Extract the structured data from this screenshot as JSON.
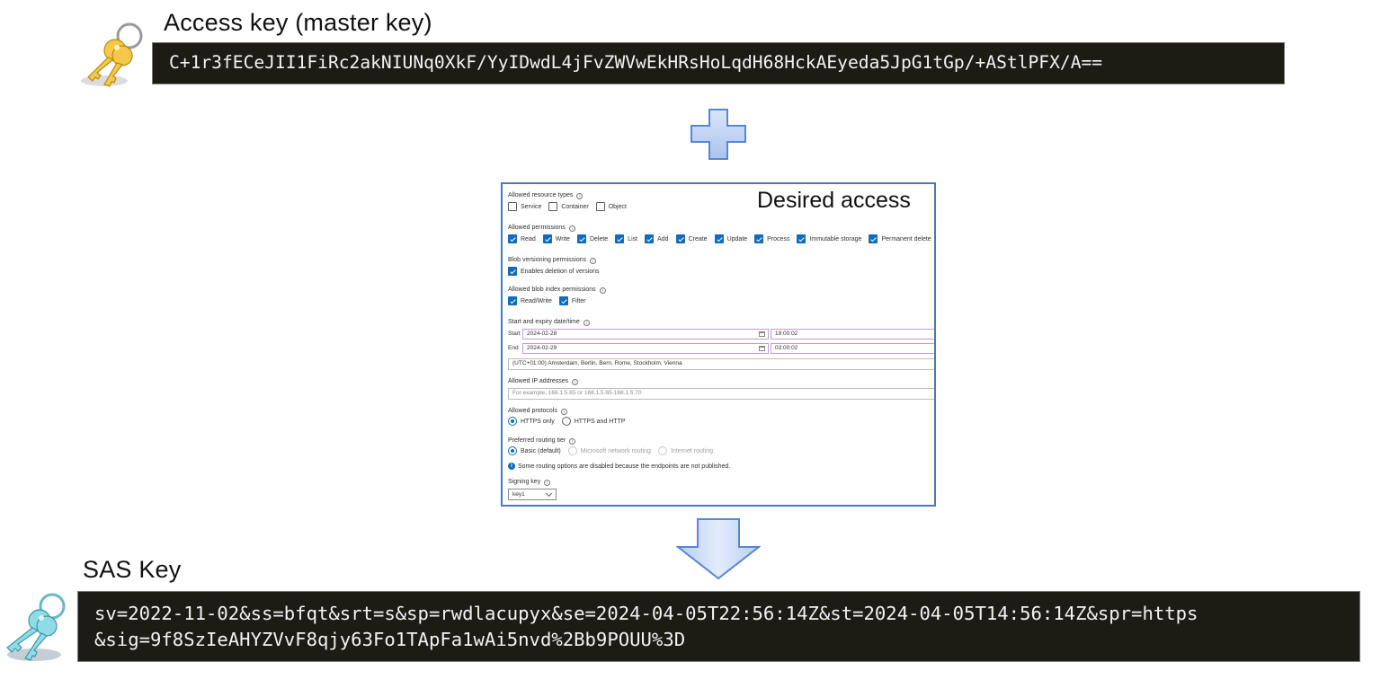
{
  "access_key": {
    "heading": "Access key (master key)",
    "value": "C+1r3fECeJII1FiRc2akNIUNq0XkF/YyIDwdL4jFvZWVwEkHRsHoLqdH68HckAEyeda5JpG1tGp/+AStlPFX/A==",
    "icon": "gold-keys-icon",
    "icon_color": "#f2c232"
  },
  "combine_symbol": "plus-icon",
  "result_symbol": "down-arrow-icon",
  "desired_access": {
    "title": "Desired access",
    "resource_types": {
      "label": "Allowed resource types",
      "options": [
        {
          "label": "Service",
          "checked": false
        },
        {
          "label": "Container",
          "checked": false
        },
        {
          "label": "Object",
          "checked": false
        }
      ]
    },
    "permissions": {
      "label": "Allowed permissions",
      "options": [
        {
          "label": "Read",
          "checked": true
        },
        {
          "label": "Write",
          "checked": true
        },
        {
          "label": "Delete",
          "checked": true
        },
        {
          "label": "List",
          "checked": true
        },
        {
          "label": "Add",
          "checked": true
        },
        {
          "label": "Create",
          "checked": true
        },
        {
          "label": "Update",
          "checked": true
        },
        {
          "label": "Process",
          "checked": true
        },
        {
          "label": "Immutable storage",
          "checked": true
        },
        {
          "label": "Permanent delete",
          "checked": true
        }
      ]
    },
    "blob_versioning": {
      "label": "Blob versioning permissions",
      "options": [
        {
          "label": "Enables deletion of versions",
          "checked": true
        }
      ]
    },
    "blob_index": {
      "label": "Allowed blob index permissions",
      "options": [
        {
          "label": "Read/Write",
          "checked": true
        },
        {
          "label": "Filter",
          "checked": true
        }
      ]
    },
    "dates": {
      "label": "Start and expiry date/time",
      "start_label": "Start",
      "start_date": "2024-02-28",
      "start_time": "19:00:02",
      "end_label": "End",
      "end_date": "2024-02-29",
      "end_time": "03:00:02",
      "timezone": "(UTC+01:00) Amsterdam, Berlin, Bern, Rome, Stockholm, Vienna"
    },
    "ip_addresses": {
      "label": "Allowed IP addresses",
      "placeholder": "For example, 168.1.5.65 or 168.1.5.65-168.1.5.70"
    },
    "protocols": {
      "label": "Allowed protocols",
      "options": [
        {
          "label": "HTTPS only",
          "selected": true
        },
        {
          "label": "HTTPS and HTTP",
          "selected": false
        }
      ]
    },
    "routing": {
      "label": "Preferred routing tier",
      "options": [
        {
          "label": "Basic (default)",
          "selected": true,
          "disabled": false
        },
        {
          "label": "Microsoft network routing",
          "selected": false,
          "disabled": true
        },
        {
          "label": "Internet routing",
          "selected": false,
          "disabled": true
        }
      ],
      "note": "Some routing options are disabled because the endpoints are not published."
    },
    "signing_key": {
      "label": "Signing key",
      "value": "key1"
    }
  },
  "sas_key": {
    "heading": "SAS Key",
    "line1": "sv=2022-11-02&ss=bfqt&srt=s&sp=rwdlacupyx&se=2024-04-05T22:56:14Z&st=2024-04-05T14:56:14Z&spr=https",
    "line2": "&sig=9f8SzIeAHYZVvF8qjy63Fo1TApFa1wAi5nvd%2Bb9POUU%3D",
    "icon": "blue-keys-icon",
    "icon_color": "#7fd3df"
  }
}
